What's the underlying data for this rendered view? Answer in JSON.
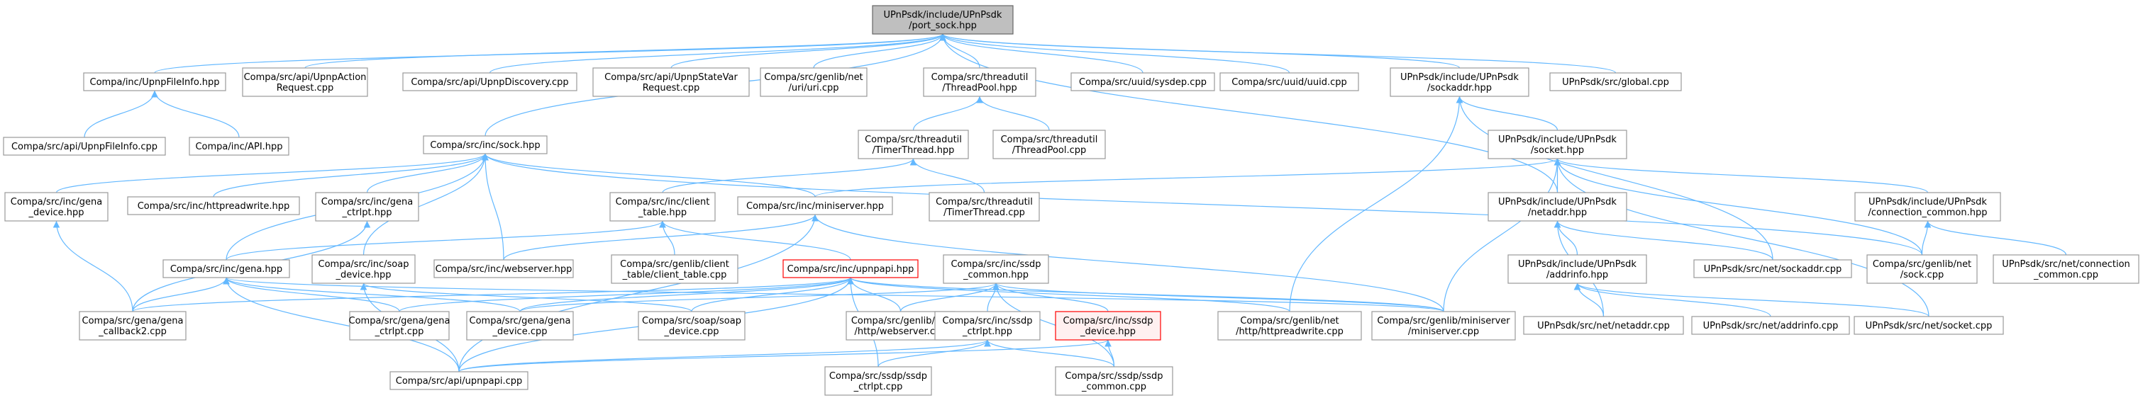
{
  "graph": {
    "nodes": [
      {
        "id": "root",
        "lines": [
          "UPnPsdk/include/UPnPsdk",
          "/port_sock.hpp"
        ],
        "style": "root"
      },
      {
        "id": "fileinfo_hpp",
        "lines": [
          "Compa/inc/UpnpFileInfo.hpp"
        ]
      },
      {
        "id": "action_req",
        "lines": [
          "Compa/src/api/UpnpAction",
          "Request.cpp"
        ]
      },
      {
        "id": "discovery",
        "lines": [
          "Compa/src/api/UpnpDiscovery.cpp"
        ]
      },
      {
        "id": "statevar",
        "lines": [
          "Compa/src/api/UpnpStateVar",
          "Request.cpp"
        ]
      },
      {
        "id": "uri",
        "lines": [
          "Compa/src/genlib/net",
          "/uri/uri.cpp"
        ]
      },
      {
        "id": "threadpool_hpp",
        "lines": [
          "Compa/src/threadutil",
          "/ThreadPool.hpp"
        ]
      },
      {
        "id": "sysdep",
        "lines": [
          "Compa/src/uuid/sysdep.cpp"
        ]
      },
      {
        "id": "uuid",
        "lines": [
          "Compa/src/uuid/uuid.cpp"
        ]
      },
      {
        "id": "sockaddr_hpp",
        "lines": [
          "UPnPsdk/include/UPnPsdk",
          "/sockaddr.hpp"
        ]
      },
      {
        "id": "global",
        "lines": [
          "UPnPsdk/src/global.cpp"
        ]
      },
      {
        "id": "fileinfo_cpp",
        "lines": [
          "Compa/src/api/UpnpFileInfo.cpp"
        ]
      },
      {
        "id": "api_hpp",
        "lines": [
          "Compa/inc/API.hpp"
        ]
      },
      {
        "id": "sock_hpp",
        "lines": [
          "Compa/src/inc/sock.hpp"
        ]
      },
      {
        "id": "timer_hpp",
        "lines": [
          "Compa/src/threadutil",
          "/TimerThread.hpp"
        ]
      },
      {
        "id": "threadpool_cpp",
        "lines": [
          "Compa/src/threadutil",
          "/ThreadPool.cpp"
        ]
      },
      {
        "id": "socket_hpp",
        "lines": [
          "UPnPsdk/include/UPnPsdk",
          "/socket.hpp"
        ]
      },
      {
        "id": "gena_device_hpp",
        "lines": [
          "Compa/src/inc/gena",
          "_device.hpp"
        ]
      },
      {
        "id": "httpreadwrite_hpp",
        "lines": [
          "Compa/src/inc/httpreadwrite.hpp"
        ]
      },
      {
        "id": "gena_ctrlpt_hpp",
        "lines": [
          "Compa/src/inc/gena",
          "_ctrlpt.hpp"
        ]
      },
      {
        "id": "client_table_hpp",
        "lines": [
          "Compa/src/inc/client",
          "_table.hpp"
        ]
      },
      {
        "id": "miniserver_hpp",
        "lines": [
          "Compa/src/inc/miniserver.hpp"
        ]
      },
      {
        "id": "timer_cpp",
        "lines": [
          "Compa/src/threadutil",
          "/TimerThread.cpp"
        ]
      },
      {
        "id": "netaddr_hpp",
        "lines": [
          "UPnPsdk/include/UPnPsdk",
          "/netaddr.hpp"
        ]
      },
      {
        "id": "conncommon_hpp",
        "lines": [
          "UPnPsdk/include/UPnPsdk",
          "/connection_common.hpp"
        ]
      },
      {
        "id": "gena_hpp",
        "lines": [
          "Compa/src/inc/gena.hpp"
        ]
      },
      {
        "id": "soap_device_hpp",
        "lines": [
          "Compa/src/inc/soap",
          "_device.hpp"
        ]
      },
      {
        "id": "webserver_hpp",
        "lines": [
          "Compa/src/inc/webserver.hpp"
        ]
      },
      {
        "id": "client_table_cpp",
        "lines": [
          "Compa/src/genlib/client",
          "_table/client_table.cpp"
        ]
      },
      {
        "id": "upnpapi_hpp",
        "lines": [
          "Compa/src/inc/upnpapi.hpp"
        ],
        "style": "red"
      },
      {
        "id": "ssdp_common_hpp",
        "lines": [
          "Compa/src/inc/ssdp",
          "_common.hpp"
        ]
      },
      {
        "id": "addrinfo_hpp",
        "lines": [
          "UPnPsdk/include/UPnPsdk",
          "/addrinfo.hpp"
        ]
      },
      {
        "id": "net_sockaddr_cpp",
        "lines": [
          "UPnPsdk/src/net/sockaddr.cpp"
        ]
      },
      {
        "id": "genlib_sock_cpp",
        "lines": [
          "Compa/src/genlib/net",
          "/sock.cpp"
        ]
      },
      {
        "id": "net_conncommon_cpp",
        "lines": [
          "UPnPsdk/src/net/connection",
          "_common.cpp"
        ]
      },
      {
        "id": "gena_callback2",
        "lines": [
          "Compa/src/gena/gena",
          "_callback2.cpp"
        ]
      },
      {
        "id": "gena_ctrlpt_cpp",
        "lines": [
          "Compa/src/gena/gena",
          "_ctrlpt.cpp"
        ]
      },
      {
        "id": "gena_device_cpp",
        "lines": [
          "Compa/src/gena/gena",
          "_device.cpp"
        ]
      },
      {
        "id": "soap_device_cpp",
        "lines": [
          "Compa/src/soap/soap",
          "_device.cpp"
        ]
      },
      {
        "id": "http_webserver",
        "lines": [
          "Compa/src/genlib/net",
          "/http/webserver.cpp"
        ]
      },
      {
        "id": "ssdp_ctrlpt_hpp",
        "lines": [
          "Compa/src/inc/ssdp",
          "_ctrlpt.hpp"
        ]
      },
      {
        "id": "ssdp_device_hpp",
        "lines": [
          "Compa/src/inc/ssdp",
          "_device.hpp"
        ],
        "style": "pink"
      },
      {
        "id": "http_httpreadwrite",
        "lines": [
          "Compa/src/genlib/net",
          "/http/httpreadwrite.cpp"
        ]
      },
      {
        "id": "miniserver_cpp",
        "lines": [
          "Compa/src/genlib/miniserver",
          "/miniserver.cpp"
        ]
      },
      {
        "id": "net_netaddr_cpp",
        "lines": [
          "UPnPsdk/src/net/netaddr.cpp"
        ]
      },
      {
        "id": "net_addrinfo_cpp",
        "lines": [
          "UPnPsdk/src/net/addrinfo.cpp"
        ]
      },
      {
        "id": "net_socket_cpp",
        "lines": [
          "UPnPsdk/src/net/socket.cpp"
        ]
      },
      {
        "id": "upnpapi_cpp",
        "lines": [
          "Compa/src/api/upnpapi.cpp"
        ]
      },
      {
        "id": "ssdp_ctrlpt_cpp",
        "lines": [
          "Compa/src/ssdp/ssdp",
          "_ctrlpt.cpp"
        ]
      },
      {
        "id": "ssdp_common_cpp",
        "lines": [
          "Compa/src/ssdp/ssdp",
          "_common.cpp"
        ]
      }
    ],
    "edges": [
      [
        "root",
        "fileinfo_hpp"
      ],
      [
        "root",
        "action_req"
      ],
      [
        "root",
        "discovery"
      ],
      [
        "root",
        "statevar"
      ],
      [
        "root",
        "uri"
      ],
      [
        "root",
        "threadpool_hpp"
      ],
      [
        "root",
        "sysdep"
      ],
      [
        "root",
        "uuid"
      ],
      [
        "root",
        "sockaddr_hpp"
      ],
      [
        "root",
        "global"
      ],
      [
        "root",
        "sock_hpp"
      ],
      [
        "root",
        "netaddr_hpp"
      ],
      [
        "fileinfo_hpp",
        "fileinfo_cpp"
      ],
      [
        "fileinfo_hpp",
        "api_hpp"
      ],
      [
        "threadpool_hpp",
        "timer_hpp"
      ],
      [
        "threadpool_hpp",
        "threadpool_cpp"
      ],
      [
        "timer_hpp",
        "client_table_hpp"
      ],
      [
        "timer_hpp",
        "timer_cpp"
      ],
      [
        "sockaddr_hpp",
        "socket_hpp"
      ],
      [
        "sockaddr_hpp",
        "net_sockaddr_cpp"
      ],
      [
        "sockaddr_hpp",
        "http_httpreadwrite"
      ],
      [
        "sock_hpp",
        "gena_device_hpp"
      ],
      [
        "sock_hpp",
        "httpreadwrite_hpp"
      ],
      [
        "sock_hpp",
        "gena_ctrlpt_hpp"
      ],
      [
        "sock_hpp",
        "miniserver_hpp"
      ],
      [
        "sock_hpp",
        "gena_hpp"
      ],
      [
        "sock_hpp",
        "soap_device_hpp"
      ],
      [
        "sock_hpp",
        "webserver_hpp"
      ],
      [
        "sock_hpp",
        "genlib_sock_cpp"
      ],
      [
        "socket_hpp",
        "miniserver_hpp"
      ],
      [
        "socket_hpp",
        "netaddr_hpp"
      ],
      [
        "socket_hpp",
        "conncommon_hpp"
      ],
      [
        "socket_hpp",
        "genlib_sock_cpp"
      ],
      [
        "socket_hpp",
        "miniserver_cpp"
      ],
      [
        "socket_hpp",
        "net_socket_cpp"
      ],
      [
        "netaddr_hpp",
        "addrinfo_hpp"
      ],
      [
        "netaddr_hpp",
        "net_netaddr_cpp"
      ],
      [
        "netaddr_hpp",
        "net_sockaddr_cpp"
      ],
      [
        "addrinfo_hpp",
        "net_netaddr_cpp"
      ],
      [
        "addrinfo_hpp",
        "net_addrinfo_cpp"
      ],
      [
        "addrinfo_hpp",
        "net_socket_cpp"
      ],
      [
        "conncommon_hpp",
        "genlib_sock_cpp"
      ],
      [
        "conncommon_hpp",
        "net_conncommon_cpp"
      ],
      [
        "gena_device_hpp",
        "gena_callback2"
      ],
      [
        "gena_ctrlpt_hpp",
        "gena_callback2"
      ],
      [
        "client_table_hpp",
        "gena_hpp"
      ],
      [
        "client_table_hpp",
        "client_table_cpp"
      ],
      [
        "client_table_hpp",
        "upnpapi_hpp"
      ],
      [
        "miniserver_hpp",
        "webserver_hpp"
      ],
      [
        "miniserver_hpp",
        "upnpapi_cpp"
      ],
      [
        "miniserver_hpp",
        "miniserver_cpp"
      ],
      [
        "gena_hpp",
        "gena_callback2"
      ],
      [
        "gena_hpp",
        "gena_ctrlpt_cpp"
      ],
      [
        "gena_hpp",
        "gena_device_cpp"
      ],
      [
        "gena_hpp",
        "upnpapi_cpp"
      ],
      [
        "gena_hpp",
        "miniserver_cpp"
      ],
      [
        "soap_device_hpp",
        "soap_device_cpp"
      ],
      [
        "soap_device_hpp",
        "upnpapi_cpp"
      ],
      [
        "upnpapi_hpp",
        "gena_callback2"
      ],
      [
        "upnpapi_hpp",
        "gena_ctrlpt_cpp"
      ],
      [
        "upnpapi_hpp",
        "gena_device_cpp"
      ],
      [
        "upnpapi_hpp",
        "soap_device_cpp"
      ],
      [
        "upnpapi_hpp",
        "http_webserver"
      ],
      [
        "upnpapi_hpp",
        "http_httpreadwrite"
      ],
      [
        "upnpapi_hpp",
        "miniserver_cpp"
      ],
      [
        "upnpapi_hpp",
        "upnpapi_cpp"
      ],
      [
        "upnpapi_hpp",
        "ssdp_ctrlpt_cpp"
      ],
      [
        "ssdp_common_hpp",
        "gena_device_cpp"
      ],
      [
        "ssdp_common_hpp",
        "http_webserver"
      ],
      [
        "ssdp_common_hpp",
        "ssdp_ctrlpt_hpp"
      ],
      [
        "ssdp_common_hpp",
        "ssdp_device_hpp"
      ],
      [
        "ssdp_common_hpp",
        "miniserver_cpp"
      ],
      [
        "ssdp_common_hpp",
        "ssdp_common_cpp"
      ],
      [
        "ssdp_ctrlpt_hpp",
        "upnpapi_cpp"
      ],
      [
        "ssdp_ctrlpt_hpp",
        "ssdp_ctrlpt_cpp"
      ],
      [
        "ssdp_ctrlpt_hpp",
        "ssdp_common_cpp"
      ],
      [
        "ssdp_device_hpp",
        "upnpapi_cpp"
      ],
      [
        "ssdp_device_hpp",
        "ssdp_common_cpp"
      ]
    ]
  }
}
